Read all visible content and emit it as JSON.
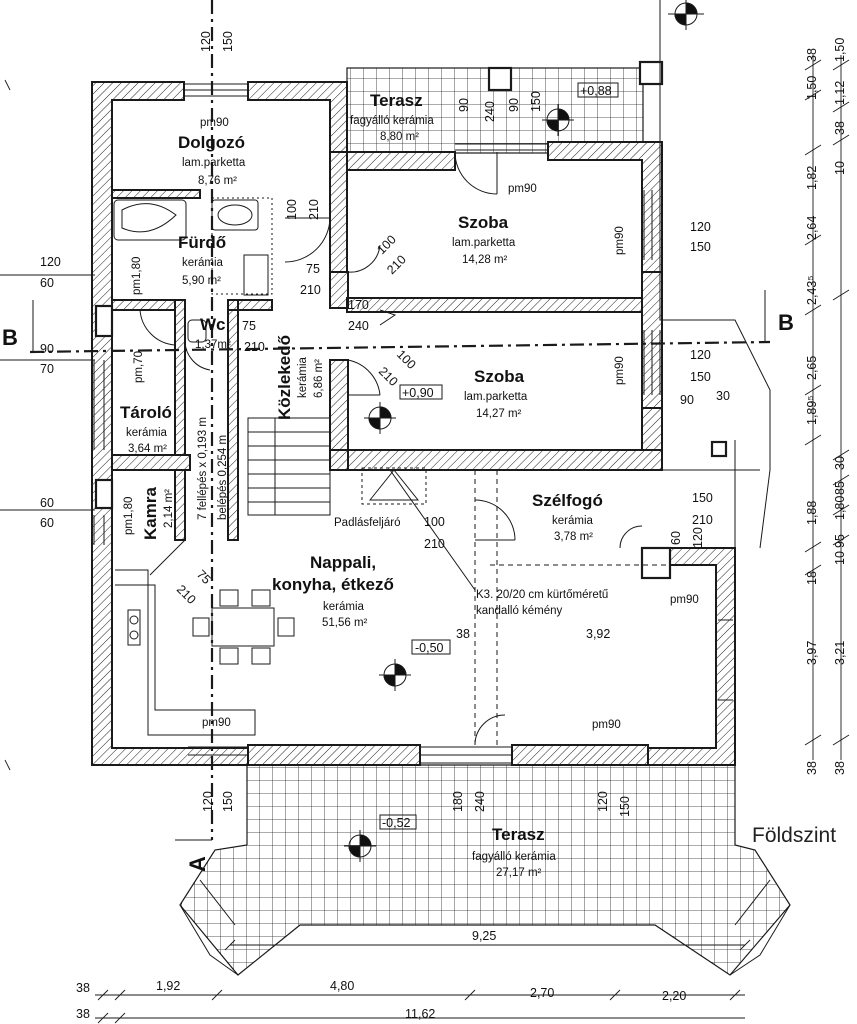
{
  "drawing_title": "Földszint",
  "section_labels": {
    "b_left": "B",
    "b_right": "B",
    "a_bottom": "A"
  },
  "rooms": {
    "dolgozo": {
      "name": "Dolgozó",
      "floor": "lam.parketta",
      "area": "8,76 m²"
    },
    "furdo": {
      "name": "Fürdő",
      "floor": "kerámia",
      "area": "5,90 m²"
    },
    "wc": {
      "name": "Wc",
      "area": "1,37m²"
    },
    "tarolo": {
      "name": "Tároló",
      "floor": "kerámia",
      "area": "3,64 m²"
    },
    "kamra": {
      "name": "Kamra",
      "area": "2,14 m²"
    },
    "kozlekedo": {
      "name": "Közlekedő",
      "floor": "kerámia",
      "area": "6,86 m²"
    },
    "szoba1": {
      "name": "Szoba",
      "floor": "lam.parketta",
      "area": "14,28 m²"
    },
    "szoba2": {
      "name": "Szoba",
      "floor": "lam.parketta",
      "area": "14,27 m²"
    },
    "szelfogo": {
      "name": "Szélfogó",
      "floor": "kerámia",
      "area": "3,78 m²"
    },
    "nappali": {
      "name1": "Nappali,",
      "name2": "konyha, étkező",
      "floor": "kerámia",
      "area": "51,56 m²"
    },
    "terasz_top": {
      "name": "Terasz",
      "floor": "fagyálló kerámia",
      "area": "8,80 m²"
    },
    "terasz_bottom": {
      "name": "Terasz",
      "floor": "fagyálló kerámia",
      "area": "27,17 m²"
    }
  },
  "annotations": {
    "level_top": "+0,88",
    "level_mid": "+0,90",
    "level_living": "-0,50",
    "level_terrace": "-0,52",
    "attic": "Padlásfeljáró",
    "chimney1": "K3. 20/20 cm kürtőméretű",
    "chimney2": "kandalló kémény",
    "stairs": "7 fellépés x 0,193 m",
    "stairs_b": "belépés 0,254 m"
  },
  "labels": {
    "pm90": "pm90",
    "pm180": "pm1,80",
    "pm70": "pm,70",
    "d120": "120",
    "d150": "150",
    "d100": "100",
    "d210": "210",
    "d75": "75",
    "d90": "90",
    "d240": "240",
    "d170": "170",
    "d60": "60",
    "d70": "70",
    "d30": "30",
    "d180": "180",
    "d38": "38",
    "d392": "3,92"
  },
  "right_dims": {
    "outer": [
      "38",
      "1,50",
      "1,82",
      "2,64",
      "2,43⁵",
      "2,65",
      "1,89⁵",
      "1,88",
      "18",
      "3,97",
      "38"
    ],
    "inner": [
      "1,50",
      "1,12",
      "38",
      "10",
      "30",
      "85",
      "1,80",
      "95",
      "10",
      "3,21",
      "38"
    ]
  },
  "bottom_dims": {
    "terrace_width": "9,25",
    "row1_start": "38",
    "row1": [
      "1,92",
      "4,80",
      "2,70",
      "2,20"
    ],
    "row2_start": "38",
    "total": "11,62"
  }
}
